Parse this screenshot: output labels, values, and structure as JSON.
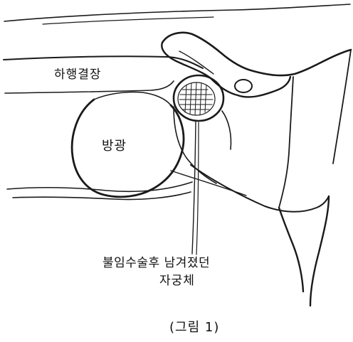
{
  "labels": {
    "colon": "하행결장",
    "bladder": "방광",
    "uterus_line1": "불임수술후  남겨졌던",
    "uterus_line2": "자궁체"
  },
  "caption": "(그림 1)",
  "colors": {
    "ink": "#1a1a1a",
    "background": "#ffffff"
  }
}
